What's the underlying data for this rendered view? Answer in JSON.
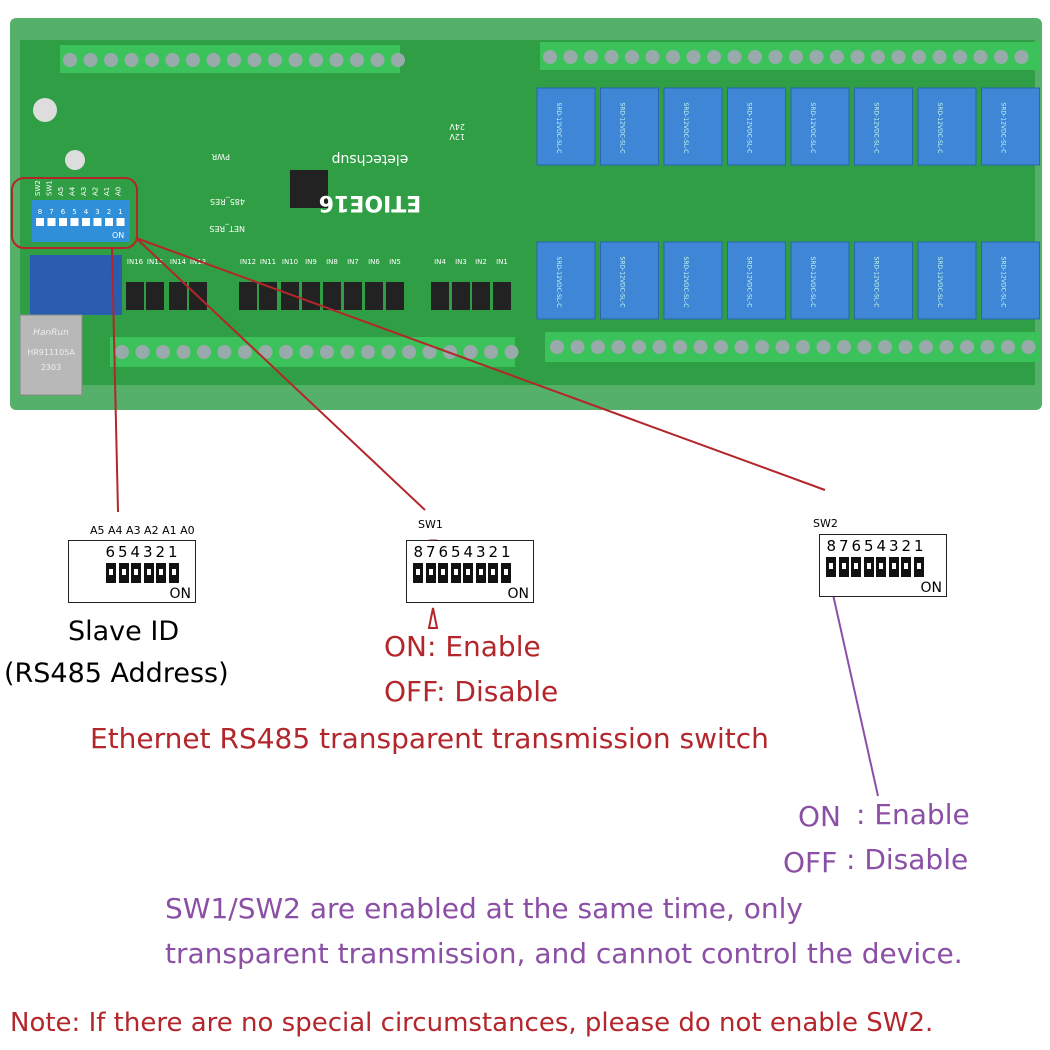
{
  "board": {
    "model": "ETIOE16",
    "brand": "eletechsup",
    "pwr_label": "PWR",
    "v12": "12V",
    "v24": "24V",
    "res_labels": [
      "485_RES",
      "NET_RES"
    ],
    "rj45_text": [
      "HanRun",
      "HR911105A",
      "2303"
    ],
    "dip_labels": [
      "SW2",
      "SW1",
      "A5",
      "A4",
      "A3",
      "A2",
      "A1",
      "A0"
    ],
    "dip_on": "ON",
    "input_labels": [
      "IN16",
      "IN15",
      "IN14",
      "IN13",
      "IN12",
      "IN11",
      "IN10",
      "IN9",
      "IN8",
      "IN7",
      "IN6",
      "IN5",
      "IN4",
      "IN3",
      "IN2",
      "IN1"
    ],
    "relay_text": "SRD-12VDC-SL-C",
    "relay_count_per_row": 8
  },
  "slave_dip": {
    "header": "A5 A4 A3 A2 A1 A0",
    "numbers": [
      "6",
      "5",
      "4",
      "3",
      "2",
      "1"
    ],
    "on": "ON",
    "title": "Slave ID",
    "subtitle": "(RS485 Address)"
  },
  "sw1_dip": {
    "header": "SW1",
    "numbers": [
      "8",
      "7",
      "6",
      "5",
      "4",
      "3",
      "2",
      "1"
    ],
    "on": "ON",
    "on_text": "ON: Enable",
    "off_text": "OFF: Disable",
    "description": "Ethernet RS485 transparent transmission switch"
  },
  "sw2_dip": {
    "header": "SW2",
    "numbers": [
      "8",
      "7",
      "6",
      "5",
      "4",
      "3",
      "2",
      "1"
    ],
    "on": "ON",
    "on_label": "ON",
    "on_value": ": Enable",
    "off_label": "OFF",
    "off_value": ": Disable"
  },
  "note_purple": [
    "SW1/SW2 are enabled at the same time, only",
    "transparent transmission, and cannot control the device."
  ],
  "note_red": "Note: If there are no special circumstances, please do not enable SW2.",
  "colors": {
    "red": "#b3262b",
    "purple": "#8b4fa6",
    "pcb": "#2f9e44",
    "relay": "#3f86d6"
  }
}
